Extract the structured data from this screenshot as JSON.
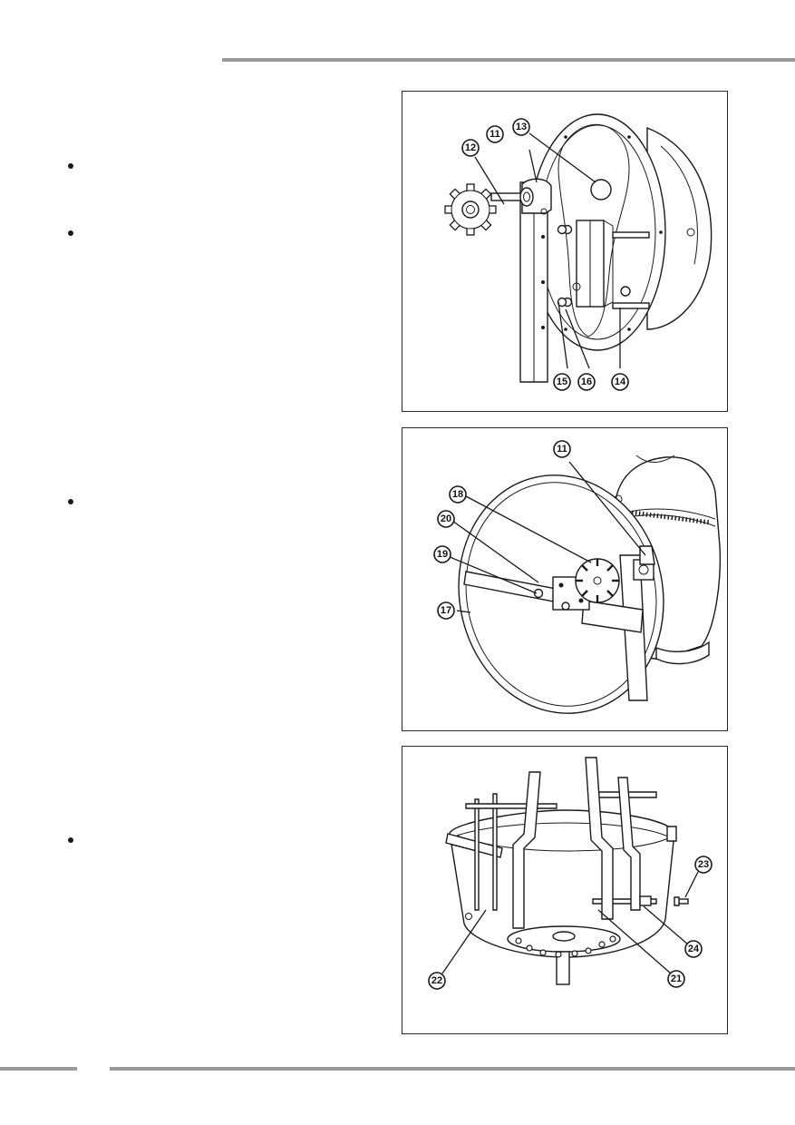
{
  "figures": [
    {
      "callouts": [
        "13",
        "11",
        "12",
        "15",
        "16",
        "14"
      ]
    },
    {
      "callouts": [
        "11",
        "18",
        "20",
        "19",
        "17"
      ]
    },
    {
      "callouts": [
        "23",
        "24",
        "22",
        "21"
      ]
    }
  ]
}
